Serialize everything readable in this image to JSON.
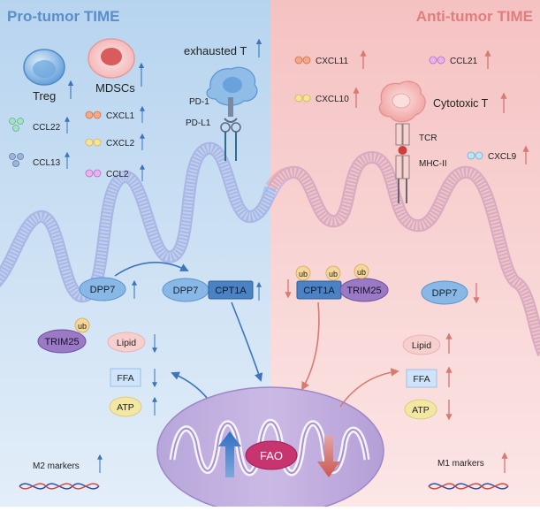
{
  "left_panel": {
    "title": "Pro-tumor TIME",
    "cells": {
      "treg": "Treg",
      "mdsc": "MDSCs",
      "exhausted_t": "exhausted T"
    },
    "receptors": {
      "pd1": "PD-1",
      "pdl1": "PD-L1"
    },
    "chemokines": {
      "ccl22": "CCL22",
      "ccl13": "CCL13",
      "cxcl1": "CXCL1",
      "cxcl2": "CXCL2",
      "ccl2": "CCL2"
    },
    "proteins": {
      "dpp7": "DPP7",
      "dpp7_complex": "DPP7",
      "cpt1a": "CPT1A",
      "trim25": "TRIM25",
      "ub": "ub"
    },
    "metabolites": {
      "lipid": "Lipid",
      "ffa": "FFA",
      "atp": "ATP"
    },
    "markers": "M2 markers"
  },
  "right_panel": {
    "title": "Anti-tumor TIME",
    "cells": {
      "cytotoxic_t": "Cytotoxic T"
    },
    "receptors": {
      "tcr": "TCR",
      "mhc2": "MHC-II"
    },
    "chemokines": {
      "cxcl11": "CXCL11",
      "cxcl10": "CXCL10",
      "ccl21": "CCL21",
      "cxcl9": "CXCL9"
    },
    "proteins": {
      "cpt1a": "CPT1A",
      "trim25": "TRIM25",
      "dpp7": "DPP7",
      "ub": "ub"
    },
    "metabolites": {
      "lipid": "Lipid",
      "ffa": "FFA",
      "atp": "ATP"
    },
    "markers": "M1 markers"
  },
  "center": {
    "fao": "FAO"
  },
  "colors": {
    "left_bg_top": "#b9d6f0",
    "left_bg_bottom": "#dbe9f7",
    "right_bg_top": "#f6c6c6",
    "right_bg_bottom": "#fbe3e3",
    "left_title": "#5b8fc7",
    "right_title": "#e27f7f",
    "up_arrow_blue": "#4f86c6",
    "arrow_red": "#d86a6a",
    "dpp7_fill": "#8ab8e6",
    "cpt1a_fill": "#4a82c3",
    "trim25_fill": "#9a7ac4",
    "mito_fill": "#b9a8d8"
  }
}
